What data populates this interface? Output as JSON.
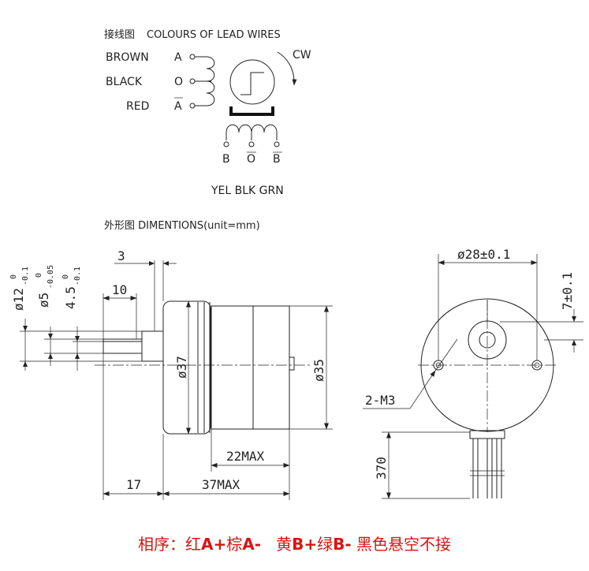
{
  "wiring": {
    "title_cn": "接线图",
    "title_en": "COLOURS OF LEAD WIRES",
    "leads": [
      {
        "color": "BROWN",
        "pin": "A"
      },
      {
        "color": "BLACK",
        "pin": "O"
      },
      {
        "color": "RED",
        "pin": "A"
      }
    ],
    "rotation": "CW",
    "bottom_pins": [
      "B",
      "O",
      "B"
    ],
    "bottom_colors": "YEL BLK GRN"
  },
  "outline": {
    "title": "外形图 DIMENTIONS(unit=mm)",
    "dims": {
      "shaft_len": "3",
      "flat_len": "10",
      "boss_dia": "ø12",
      "boss_tol_top": "0",
      "boss_tol_bot": "-0.1",
      "shaft_dia": "ø5",
      "shaft_tol_top": "0",
      "shaft_tol_bot": "-0.05",
      "flat_dim": "4.5",
      "flat_tol_top": "0",
      "flat_tol_bot": "-0.1",
      "body_dia": "ø37",
      "can_dia": "ø35",
      "len_22": "22MAX",
      "len_17": "17",
      "len_37": "37MAX",
      "pcd": "ø28±0.1",
      "offset": "7±0.1",
      "holes": "2-M3",
      "lead_len": "370"
    }
  },
  "footer": {
    "prefix": "相序：红",
    "a_plus": "A+",
    "mid1": "棕",
    "a_minus": "A-",
    "mid2": "黄",
    "b_plus": "B+",
    "mid3": "绿",
    "b_minus": "B-",
    "suffix": "黑色悬空不接"
  }
}
